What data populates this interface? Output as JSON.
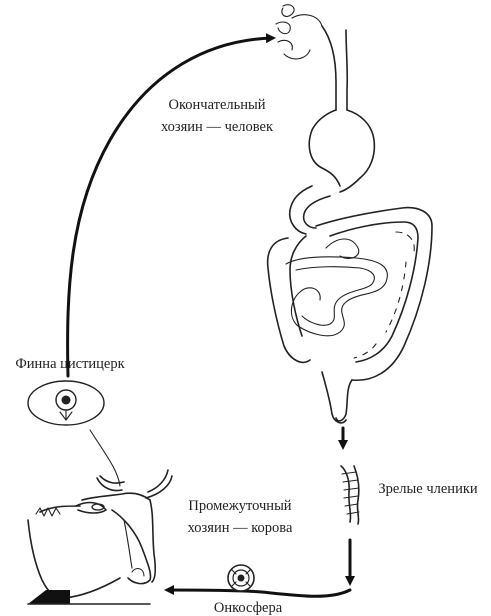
{
  "labels": {
    "definitive_host_line1": "Окончательный",
    "definitive_host_line2": "хозяин — человек",
    "finna": "Финна цистицерк",
    "mature_segments": "Зрелые членики",
    "intermediate_host_line1": "Промежуточный",
    "intermediate_host_line2": "хозяин — корова",
    "oncosphere": "Онкосфера"
  },
  "colors": {
    "ink": "#222222",
    "background": "#ffffff"
  }
}
